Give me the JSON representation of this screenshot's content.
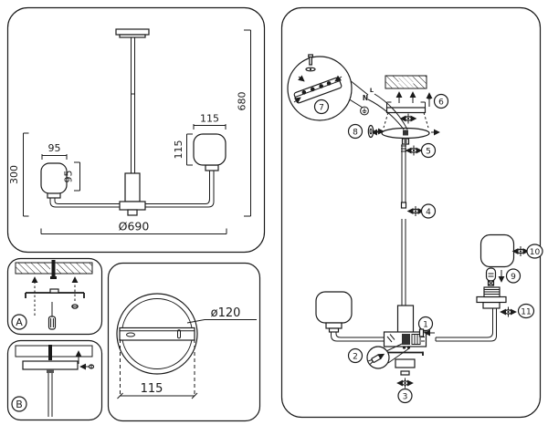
{
  "dims": {
    "w95": "95",
    "h95": "95",
    "w115": "115",
    "h115": "115",
    "h300": "300",
    "h680": "680",
    "dia690": "Ø690"
  },
  "panel_a": {
    "label": "A"
  },
  "panel_b": {
    "label": "B"
  },
  "plate": {
    "dia": "ø120",
    "w": "115"
  },
  "assembly": {
    "wire_n": "N",
    "wire_l": "L",
    "p1": "1",
    "p2": "2",
    "p3": "3",
    "p4": "4",
    "p5": "5",
    "p6": "6",
    "p7": "7",
    "p8": "8",
    "p9": "9",
    "p10": "10",
    "p11": "11"
  }
}
